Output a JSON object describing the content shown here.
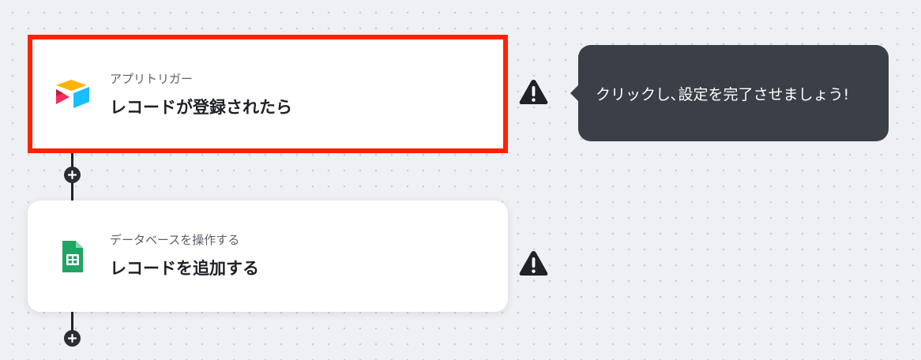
{
  "flow": {
    "steps": [
      {
        "subtitle": "アプリトリガー",
        "title": "レコードが登録されたら",
        "icon": "airtable-logo-icon",
        "selected": true,
        "warning": true
      },
      {
        "subtitle": "データベースを操作する",
        "title": "レコードを追加する",
        "icon": "google-sheets-icon",
        "selected": false,
        "warning": true
      }
    ],
    "add_step_icon": "plus-icon",
    "warning_icon": "warning-triangle-icon"
  },
  "tooltip": {
    "text": "クリックし､設定を完了させましょう!"
  },
  "colors": {
    "selected_border": "#ff2200",
    "tooltip_bg": "#3b3f47",
    "canvas_bg": "#eef0f3",
    "sheets_green": "#1fa463",
    "airtable_yellow": "#fcb400",
    "airtable_blue": "#18bfff",
    "airtable_red": "#f82b60"
  }
}
